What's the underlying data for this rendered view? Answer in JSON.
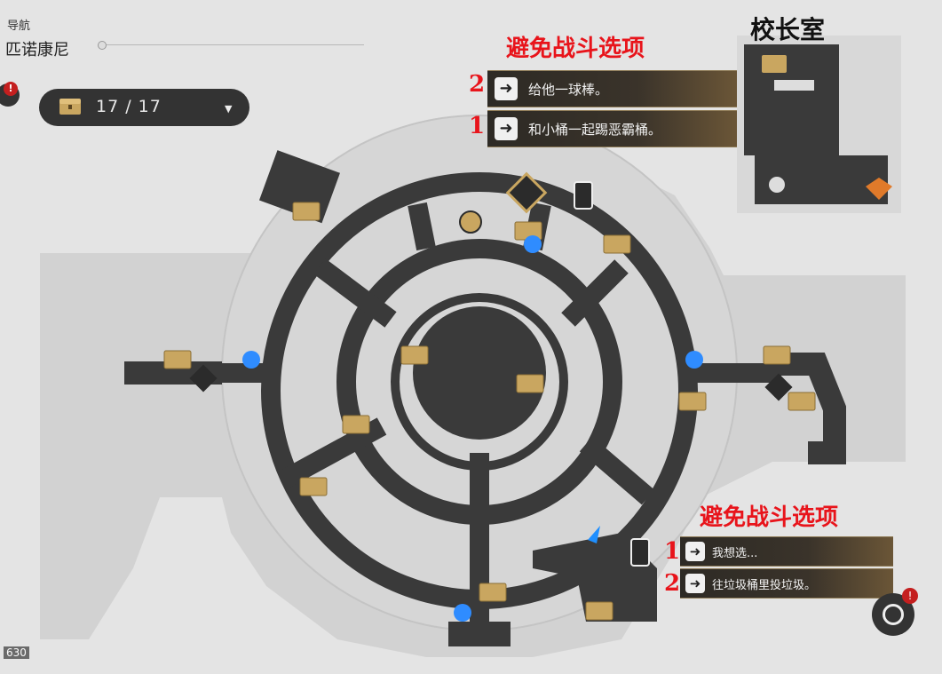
{
  "nav": {
    "title": "导航",
    "location": "匹诺康尼"
  },
  "chest_counter": {
    "count": "17 / 17",
    "icon": "treasure-chest-icon"
  },
  "room_label": "校长室",
  "option_group_top": {
    "title": "避免战斗选项",
    "options": [
      {
        "number": "2",
        "text": "给他一球棒。"
      },
      {
        "number": "1",
        "text": "和小桶一起踢恶霸桶。"
      }
    ]
  },
  "option_group_bottom": {
    "title": "避免战斗选项",
    "options": [
      {
        "number": "1",
        "text": "我想选..."
      },
      {
        "number": "2",
        "text": "往垃圾桶里投垃圾。"
      }
    ]
  },
  "coord_readout": "630",
  "alert_mark": "!",
  "colors": {
    "path": "#3a3a3a",
    "map_floor": "#cfcfcf",
    "chest": "#c9a660",
    "teleport": "#2f8cff",
    "red_note": "#e8141b"
  }
}
